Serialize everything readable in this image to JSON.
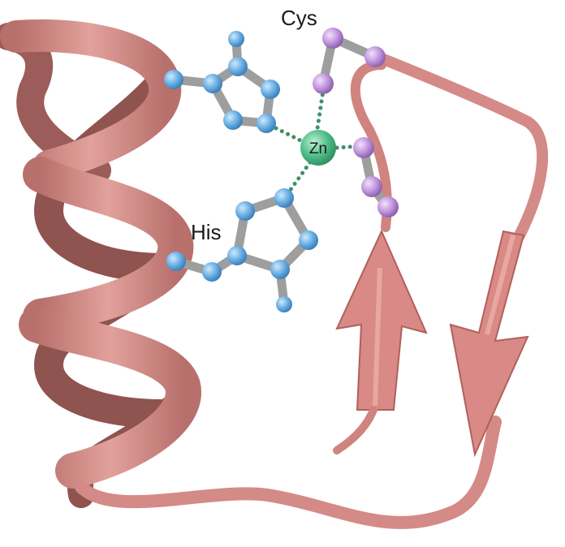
{
  "labels": {
    "cysteine": "Cys",
    "histidine": "His",
    "zinc": "Zn"
  },
  "colors": {
    "ribbon": "#d98a86",
    "ribbon_dark": "#a85f5c",
    "histidine_atoms": "#6fb3e6",
    "cysteine_atoms": "#c59ae0",
    "zinc": "#4fbf88",
    "bonds": "#9e9e9e",
    "coordination_dots": "#3f8f6a"
  }
}
